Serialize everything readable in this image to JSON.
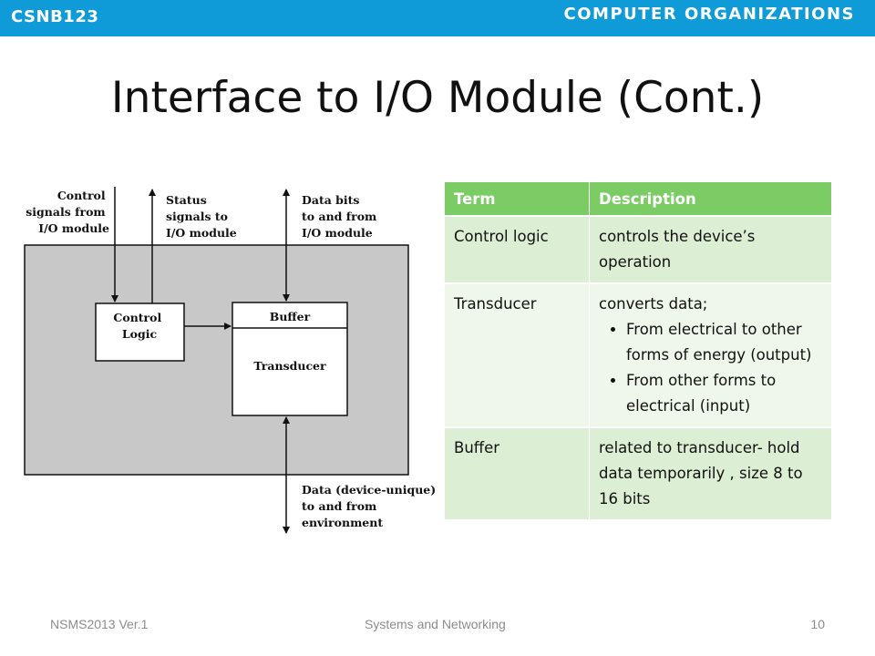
{
  "header": {
    "course_code": "CSNB123",
    "subject": "COMPUTER ORGANIZATIONS",
    "bar_color": "#0f9bd7"
  },
  "title": "Interface to I/O Module (Cont.)",
  "diagram": {
    "label_control_signals": [
      "Control",
      "signals from",
      "I/O module"
    ],
    "label_status_signals": [
      "Status",
      "signals to",
      "I/O module"
    ],
    "label_data_bits": [
      "Data bits",
      "to and from",
      "I/O module"
    ],
    "control_logic": [
      "Control",
      "Logic"
    ],
    "buffer": "Buffer",
    "transducer": "Transducer",
    "label_data_env": [
      "Data (device-unique)",
      "to and from",
      "environment"
    ]
  },
  "table": {
    "headers": [
      "Term",
      "Description"
    ],
    "header_color": "#7ccc66",
    "rows": [
      {
        "term": "Control logic",
        "desc": "controls the device’s operation"
      },
      {
        "term": "Transducer",
        "desc": "converts data;",
        "bullets": [
          "From electrical to other forms of energy (output)",
          "From other forms to electrical (input)"
        ]
      },
      {
        "term": "Buffer",
        "desc": "related to transducer- hold data temporarily , size 8 to 16 bits"
      }
    ]
  },
  "footer": {
    "left": "NSMS2013 Ver.1",
    "center": "Systems and Networking",
    "right": "10"
  }
}
